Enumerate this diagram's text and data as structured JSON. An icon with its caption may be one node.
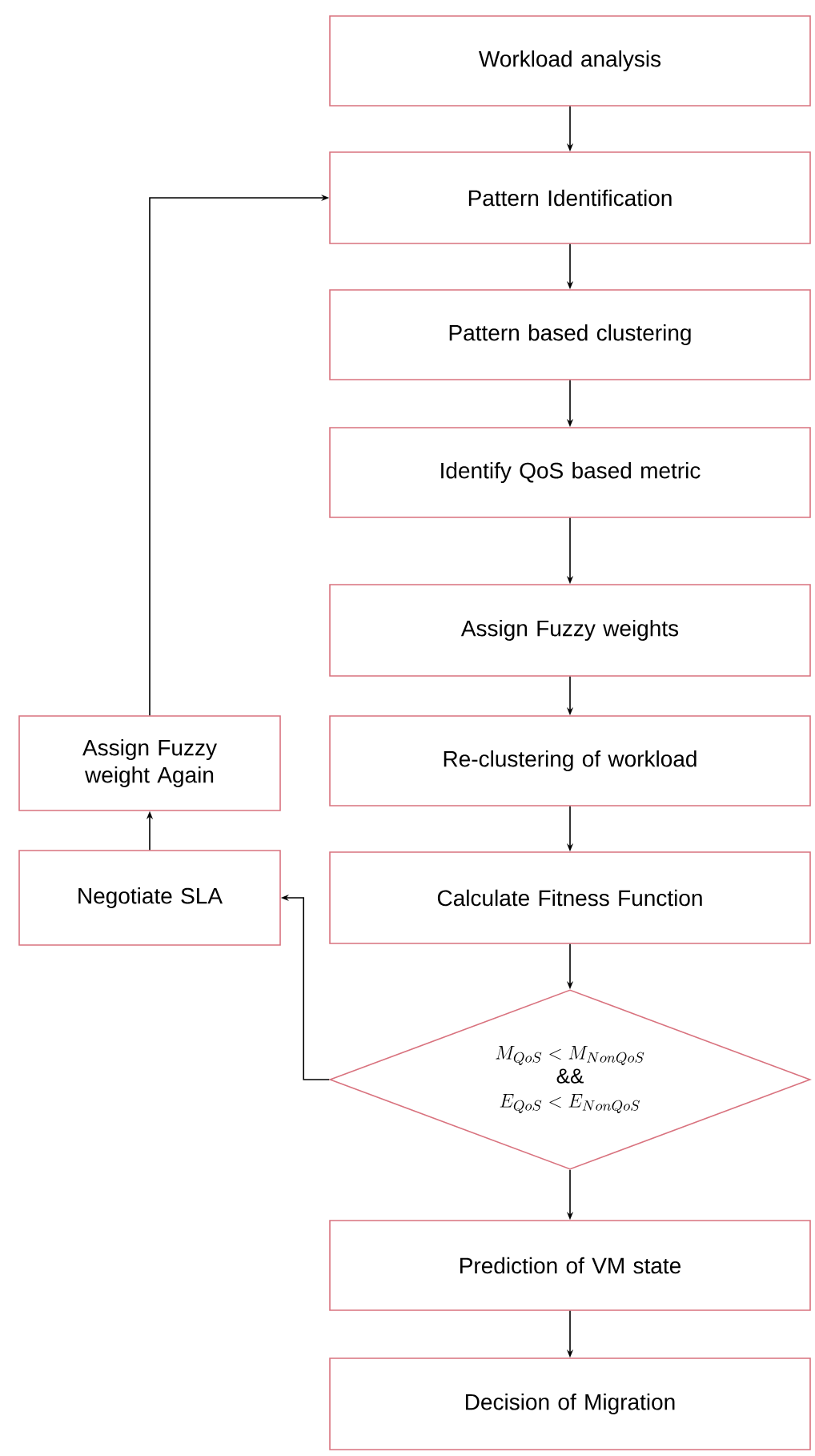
{
  "diagram": {
    "nodes": [
      {
        "text": [
          "Workload analysis"
        ]
      },
      {
        "text": [
          "Pattern Identification"
        ]
      },
      {
        "text": [
          "Pattern based clustering"
        ]
      },
      {
        "text": [
          "Identify QoS based metric"
        ]
      },
      {
        "text": [
          "Assign Fuzzy weights"
        ]
      },
      {
        "text": [
          "Re-clustering of workload"
        ]
      },
      {
        "text": [
          "Calculate Fitness Function"
        ]
      },
      {
        "text": [
          "M_{QoS} < M_{NonQoS}",
          "&&",
          "E_{QoS} < E_{NonQoS}"
        ]
      },
      {
        "text": [
          "Prediction of  VM state"
        ]
      },
      {
        "text": [
          "Decision of Migration"
        ]
      },
      {
        "text": [
          "Assign Fuzzy weight Again"
        ]
      },
      {
        "text": [
          "Negotiate SLA"
        ]
      }
    ],
    "edges": [
      {
        "from": 0,
        "to": 1,
        "arrow": "to"
      },
      {
        "from": 1,
        "to": 2,
        "arrow": "to"
      },
      {
        "from": 2,
        "to": 3,
        "arrow": "to"
      },
      {
        "from": 3,
        "to": 4,
        "arrow": "to"
      },
      {
        "from": 4,
        "to": 5,
        "arrow": "to"
      },
      {
        "from": 5,
        "to": 6,
        "arrow": "to"
      },
      {
        "from": 6,
        "to": 7,
        "arrow": "to"
      },
      {
        "from": 7,
        "to": 8,
        "arrow": "to"
      },
      {
        "from": 8,
        "to": 9,
        "arrow": "to"
      },
      {
        "from": 7,
        "to": 11,
        "arrow": "to"
      },
      {
        "from": 11,
        "to": 10,
        "arrow": "to"
      },
      {
        "from": 10,
        "to": 1,
        "arrow": "to"
      }
    ]
  }
}
